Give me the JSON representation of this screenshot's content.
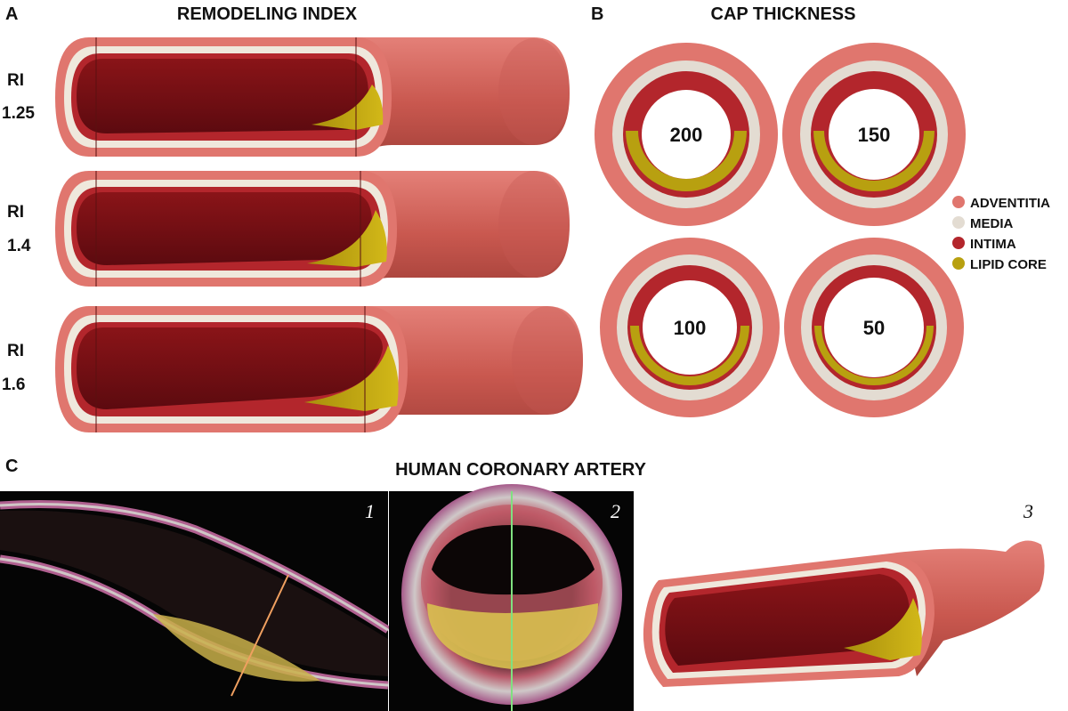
{
  "colors": {
    "adventitia": "#e0766e",
    "media": "#e8e0d4",
    "intima": "#b3262c",
    "lipid_core": "#b8a010",
    "lumen_dark": "#6e0e14",
    "background_dark": "#050505"
  },
  "panel_a": {
    "letter": "A",
    "title": "REMODELING INDEX",
    "vessels": [
      {
        "ri_label": "RI",
        "ri_value": "1.25"
      },
      {
        "ri_label": "RI",
        "ri_value": "1.4"
      },
      {
        "ri_label": "RI",
        "ri_value": "1.6"
      }
    ]
  },
  "panel_b": {
    "letter": "B",
    "title": "CAP THICKNESS",
    "rings": [
      {
        "value": "200"
      },
      {
        "value": "150"
      },
      {
        "value": "100"
      },
      {
        "value": "50"
      }
    ],
    "legend": [
      {
        "label": "ADVENTITIA",
        "color": "#e0766e"
      },
      {
        "label": "MEDIA",
        "color": "#e3dcd2"
      },
      {
        "label": "INTIMA",
        "color": "#b3262c"
      },
      {
        "label": "LIPID CORE",
        "color": "#b8a010"
      }
    ]
  },
  "panel_c": {
    "letter": "C",
    "title": "HUMAN CORONARY ARTERY",
    "images": [
      {
        "number": "1"
      },
      {
        "number": "2"
      },
      {
        "number": "3"
      }
    ]
  }
}
